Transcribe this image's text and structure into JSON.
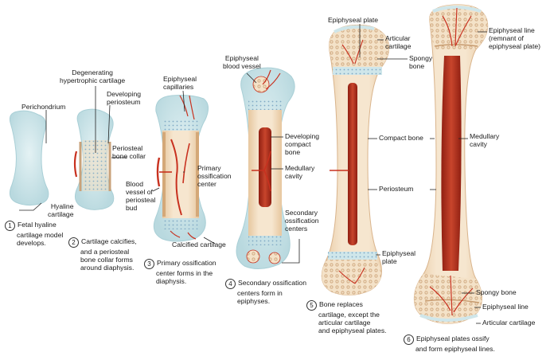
{
  "labels": {
    "perichondrium": "Perichondrium",
    "hyaline_cartilage": [
      "Hyaline",
      "cartilage"
    ],
    "degenerating_cartilage": [
      "Degenerating",
      "hypertrophic cartilage"
    ],
    "developing_periosteum": [
      "Developing",
      "periosteum"
    ],
    "periosteal_bone_collar": [
      "Periosteal",
      "bone collar"
    ],
    "epiphyseal_capillaries": [
      "Epiphyseal",
      "capillaries"
    ],
    "primary_ossification_center": [
      "Primary",
      "ossification",
      "center"
    ],
    "blood_vessel_periosteal_bud": [
      "Blood",
      "vessel of",
      "periosteal",
      "bud"
    ],
    "calcified_cartilage": "Calcified cartilage",
    "epiphyseal_blood_vessel": [
      "Epiphyseal",
      "blood vessel"
    ],
    "developing_compact_bone": [
      "Developing",
      "compact",
      "bone"
    ],
    "medullary_cavity_4": [
      "Medullary",
      "cavity"
    ],
    "secondary_ossification_centers": [
      "Secondary",
      "ossification",
      "centers"
    ],
    "epiphyseal_plate_top": "Epiphyseal plate",
    "articular_cartilage_top": [
      "Articular",
      "cartilage"
    ],
    "spongy_bone_top": [
      "Spongy",
      "bone"
    ],
    "compact_bone": "Compact bone",
    "periosteum": "Periosteum",
    "epiphyseal_plate_bottom": [
      "Epiphyseal",
      "plate"
    ],
    "epiphyseal_line_top": [
      "Epiphyseal line",
      "(remnant of",
      "epiphyseal plate)"
    ],
    "medullary_cavity_6": [
      "Medullary",
      "cavity"
    ],
    "spongy_bone_bottom": "Spongy bone",
    "epiphyseal_line_bottom": "Epiphyseal line",
    "articular_cartilage_bottom": "Articular cartilage"
  },
  "steps": [
    {
      "num": "1",
      "lines": [
        "Fetal hyaline",
        "cartilage model",
        "develops."
      ]
    },
    {
      "num": "2",
      "lines": [
        "Cartilage calcifies,",
        "and a periosteal",
        "bone collar forms",
        "around diaphysis."
      ]
    },
    {
      "num": "3",
      "lines": [
        "Primary ossification",
        "center forms in the",
        "diaphysis."
      ]
    },
    {
      "num": "4",
      "lines": [
        "Secondary ossification",
        "centers form in",
        "epiphyses."
      ]
    },
    {
      "num": "5",
      "lines": [
        "Bone replaces",
        "cartilage, except the",
        "articular cartilage",
        "and epiphyseal plates."
      ]
    },
    {
      "num": "6",
      "lines": [
        "Epiphyseal plates ossify",
        "and form epiphyseal lines."
      ]
    }
  ],
  "colors": {
    "cartilage": "#cfe6ea",
    "bone": "#f1dcc0",
    "bone_edge": "#d9b48c",
    "vessel": "#c8311f",
    "marrow": "#a92a1a"
  }
}
